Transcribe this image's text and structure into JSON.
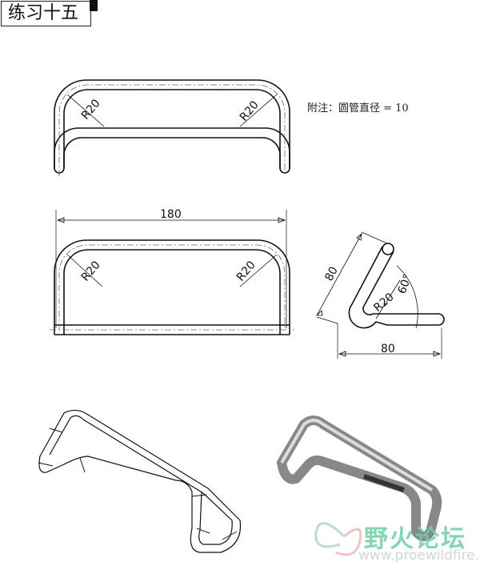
{
  "title": "练习十五",
  "note": "附注：圆管直径 = 10",
  "dimensions": {
    "top_radius_left": "R20",
    "top_radius_right": "R20",
    "width": "180",
    "front_radius_left": "R20",
    "front_radius_right": "R20",
    "side_leg": "80",
    "side_radius": "R20",
    "side_angle": "60°",
    "side_base": "80"
  },
  "watermark": {
    "name": "野火论坛",
    "url": "www.proewildfire.cn"
  }
}
